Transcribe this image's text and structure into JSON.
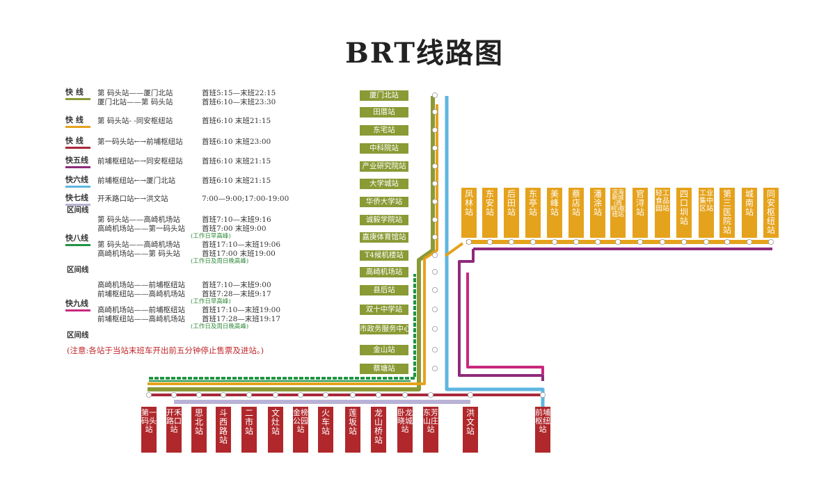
{
  "title": "BRT线路图",
  "colors": {
    "kuai": "#8a9a35",
    "kuai1": "#e5a21c",
    "kuai2": "#a8283a",
    "kuai5": "#8e2a7a",
    "kuai6": "#5fb6e0",
    "kuai7": "#b9b2d6",
    "kuai8": "#1f9443",
    "kuai9": "#c8287e",
    "station_olive": "#8a9a35",
    "station_orange": "#e5a21c",
    "station_red": "#b0282c",
    "notice": "#c0282c"
  },
  "legend": [
    {
      "name": "快 线",
      "color_key": "kuai",
      "rows": [
        {
          "route": "第 码头站——厦门北站",
          "time": "首班5:15—末班22:15"
        },
        {
          "route": "厦门北站——第 码头站",
          "time": "首班6:10—末班23:30"
        }
      ]
    },
    {
      "name": "快 线",
      "color_key": "kuai1",
      "rows": [
        {
          "route": "第 码头站- -同安枢纽站",
          "time": "首班6:10 末班21:15"
        }
      ]
    },
    {
      "name": "快 线",
      "color_key": "kuai2",
      "rows": [
        {
          "route": "第一码头站←→前埔枢纽站",
          "time": "首班6:10 末班23:00"
        }
      ]
    },
    {
      "name": "快五线",
      "color_key": "kuai5",
      "rows": [
        {
          "route": "前埔枢纽站←→同安枢纽站",
          "time": "首班6:10 末班21:15"
        }
      ]
    },
    {
      "name": "快六线",
      "color_key": "kuai6",
      "rows": [
        {
          "route": "前埔枢纽站←→厦门北站",
          "time": "首班6:10 末班21:15"
        }
      ]
    },
    {
      "name": "快七线",
      "sub": "区间线",
      "color_key": "kuai7",
      "rows": [
        {
          "route": "开禾路口站←→洪文站",
          "time": "7:00—9:00;17:00-19:00"
        }
      ]
    },
    {
      "name": "快八线",
      "sub": "区间线",
      "color_key": "kuai8",
      "rows": [
        {
          "route": "第 码头站——高崎机场站",
          "time": "首班7:10—末班9:16"
        },
        {
          "route": "高崎机场站——第一码头站",
          "time": "首班7:00 末班9:00"
        },
        {
          "note": "(工作日早高峰)"
        },
        {
          "route": "第 码头站——高崎机场站",
          "time": "首班17:10—末班19:06"
        },
        {
          "route": "高崎机场站——第 码头站",
          "time": "首班17:00 末班19:00"
        },
        {
          "note": "(工作日及周日晚高峰)"
        }
      ]
    },
    {
      "name": "快九线",
      "sub": "区间线",
      "color_key": "kuai9",
      "rows": [
        {
          "route": "高崎机场站——前埔枢纽站",
          "time": "首班7:10—末班9:00"
        },
        {
          "route": "前埔枢纽站——高崎机场站",
          "time": "首班7:28—末班9:17"
        },
        {
          "note": "(工作日早高峰)"
        },
        {
          "route": "高崎机场站——前埔枢纽站",
          "time": "首班17:10—末班19:00"
        },
        {
          "route": "前埔枢纽站——高崎机场站",
          "time": "首班17:28—末班19:17"
        },
        {
          "note": "(工作日及周日晚高峰)"
        }
      ]
    }
  ],
  "notice": "(注意:各站于当站末班车开出前五分钟停止售票及进站。)",
  "vertical_stations": [
    "厦门北站",
    "田厝站",
    "东宅站",
    "中科院站",
    "产业研究院站",
    "大学城站",
    "华侨大学站",
    "诚毅学院站",
    "嘉庚体育馆站",
    "T4候机楼站",
    "高崎机场站",
    "县后站",
    "双十中学站",
    "市政务服务中心站",
    "金山站",
    "蔡塘站"
  ],
  "east_stations": [
    "凤林站",
    "东安站",
    "后田站",
    "东亭站",
    "美峰站",
    "蔡店站",
    "潘涂站",
    "滨海新城(西柯)枢纽站",
    "官浔站",
    "轻工食品园站",
    "四口圳站",
    "工业集中区站",
    "第三医院站",
    "城南站",
    "同安枢纽站"
  ],
  "south_stations": [
    "第一码头站",
    "开禾路口站",
    "思北站",
    "斗西路站",
    "二市站",
    "文灶站",
    "金榜公园站",
    "火车站",
    "莲坂站",
    "龙山桥站",
    "卧龙晓城站",
    "东芳山庄站",
    "洪文站",
    "前埔枢纽站"
  ]
}
